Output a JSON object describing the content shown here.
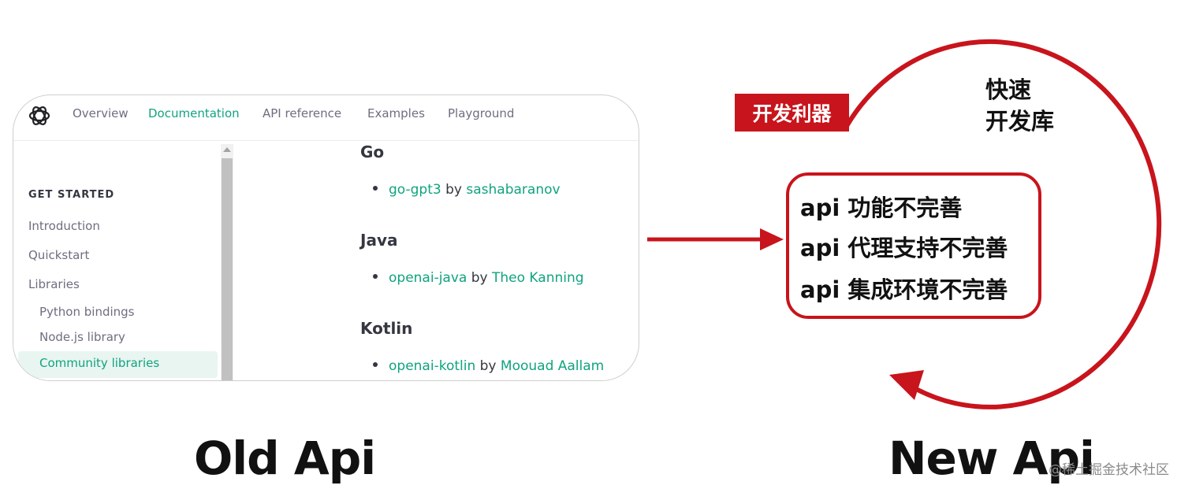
{
  "card": {
    "nav": [
      "Overview",
      "Documentation",
      "API reference",
      "Examples",
      "Playground"
    ],
    "nav_active": "Documentation",
    "sidebar": {
      "heading": "GET STARTED",
      "items": [
        "Introduction",
        "Quickstart",
        "Libraries"
      ],
      "sub_items": [
        "Python bindings",
        "Node.js library",
        "Community libraries"
      ],
      "active": "Community libraries"
    },
    "libraries": [
      {
        "language": "Go",
        "name": "go-gpt3",
        "by": "by",
        "author": "sashabaranov"
      },
      {
        "language": "Java",
        "name": "openai-java",
        "by": "by",
        "author": "Theo Kanning"
      },
      {
        "language": "Kotlin",
        "name": "openai-kotlin",
        "by": "by",
        "author": "Moouad Aallam"
      }
    ]
  },
  "labels": {
    "old": "Old Api",
    "new": "New Api"
  },
  "badge": "开发利器",
  "fast_lib": [
    "快速",
    "开发库"
  ],
  "issues": [
    "api 功能不完善",
    "api 代理支持不完善",
    "api 集成环境不完善"
  ],
  "watermark": "@稀土掘金技术社区",
  "colors": {
    "accent_red": "#c8141c",
    "link_green": "#10a37f"
  }
}
